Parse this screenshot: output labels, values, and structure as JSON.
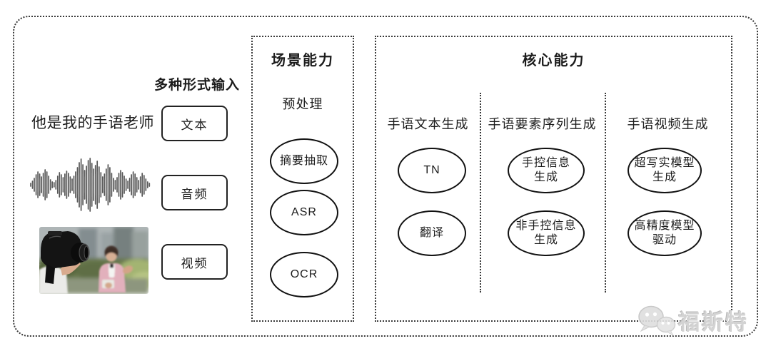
{
  "input_section": {
    "title": "多种形式输入",
    "sample_text": "他是我的手语老师",
    "items": [
      {
        "label": "文本"
      },
      {
        "label": "音频"
      },
      {
        "label": "视频"
      }
    ]
  },
  "scene_section": {
    "title": "场景能力",
    "subtitle": "预处理",
    "nodes": [
      [
        "摘要抽取"
      ],
      [
        "ASR"
      ],
      [
        "OCR"
      ]
    ]
  },
  "core_section": {
    "title": "核心能力",
    "columns": [
      {
        "header": "手语文本生成",
        "nodes": [
          [
            "TN"
          ],
          [
            "翻译"
          ]
        ]
      },
      {
        "header": "手语要素序列生成",
        "nodes": [
          [
            "手控信息",
            "生成"
          ],
          [
            "非手控信息",
            "生成"
          ]
        ]
      },
      {
        "header": "手语视频生成",
        "nodes": [
          [
            "超写实模型",
            "生成"
          ],
          [
            "高精度模型",
            "驱动"
          ]
        ]
      }
    ]
  },
  "watermark": {
    "text": "福斯特"
  },
  "colors": {
    "ink": "#1c1c1c",
    "dotted_border": "#3a3a3a",
    "watermark_gray": "#d3d3d3"
  }
}
